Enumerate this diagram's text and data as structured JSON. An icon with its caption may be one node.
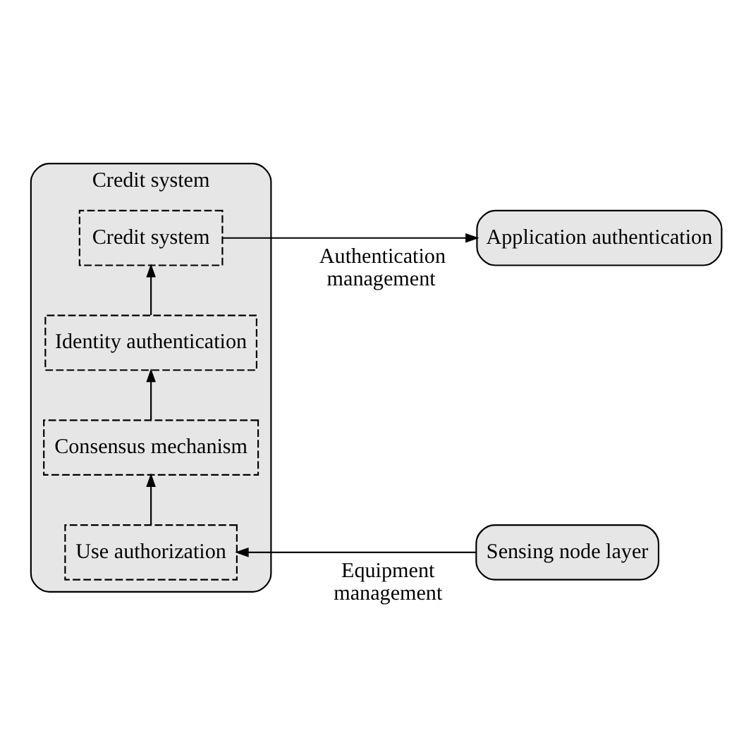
{
  "diagram": {
    "nodes": [
      {
        "text": [
          "Credit system"
        ]
      },
      {
        "text": [
          "Credit system"
        ],
        "in": 0
      },
      {
        "text": [
          "Identity authentication"
        ],
        "in": 0
      },
      {
        "text": [
          "Consensus mechanism"
        ],
        "in": 0
      },
      {
        "text": [
          "Use authorization"
        ],
        "in": 0
      },
      {
        "text": [
          "Application authentication"
        ]
      },
      {
        "text": [
          "Sensing node layer"
        ]
      }
    ],
    "edges": [
      {
        "from": 4,
        "to": 3,
        "arrow": "to"
      },
      {
        "from": 3,
        "to": 2,
        "arrow": "to"
      },
      {
        "from": 2,
        "to": 1,
        "arrow": "to"
      },
      {
        "from": 1,
        "to": 5,
        "arrow": "to",
        "label": "Authentication management"
      },
      {
        "from": 6,
        "to": 4,
        "arrow": "to",
        "label": "Equipment management"
      }
    ]
  }
}
